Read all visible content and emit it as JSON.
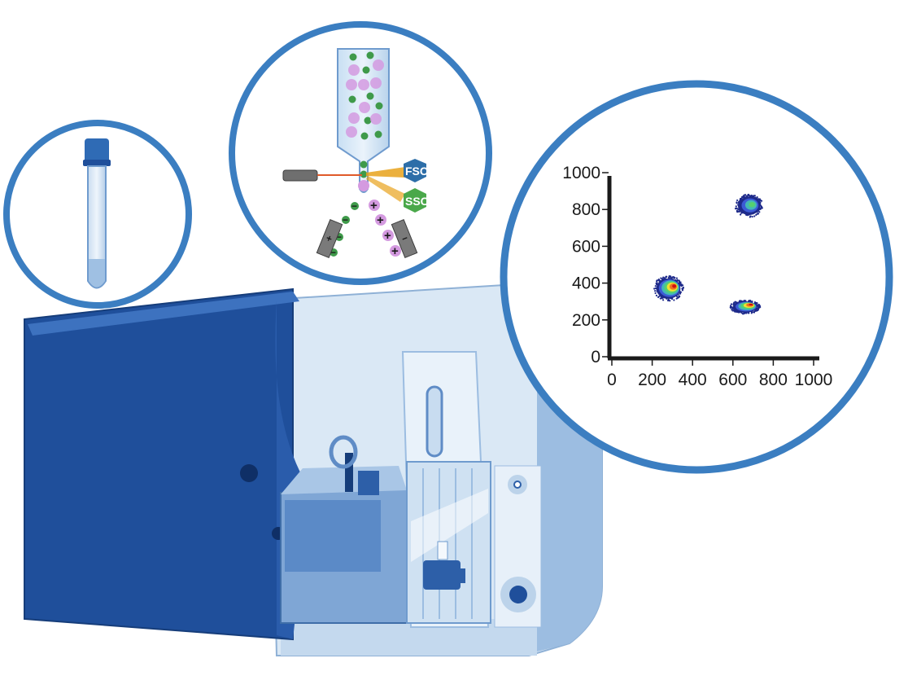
{
  "colors": {
    "ring": "#3b7ec1",
    "machine_dark": "#1f4f9b",
    "machine_light": "#d7e6f4",
    "machine_mid": "#7ea7d4",
    "cell_green": "#3f9a4a",
    "cell_pink": "#d49ae0",
    "laser": "#e8a21c"
  },
  "detectors": {
    "forward": "FSC",
    "side": "SSC"
  },
  "signs": {
    "positive": "+",
    "negative": "−"
  },
  "chart_data": {
    "type": "scatter",
    "title": "",
    "xlabel": "",
    "ylabel": "",
    "xlim": [
      0,
      1000
    ],
    "ylim": [
      0,
      1000
    ],
    "x_ticks": [
      "0",
      "200",
      "400",
      "600",
      "800",
      "1000"
    ],
    "y_ticks": [
      "0",
      "200",
      "400",
      "600",
      "800",
      "1000"
    ],
    "populations": [
      {
        "center_x": 280,
        "center_y": 370,
        "spread_x": 120,
        "spread_y": 110,
        "peak": "high"
      },
      {
        "center_x": 680,
        "center_y": 820,
        "spread_x": 110,
        "spread_y": 100,
        "peak": "medium"
      },
      {
        "center_x": 660,
        "center_y": 270,
        "spread_x": 120,
        "spread_y": 60,
        "peak": "high"
      }
    ],
    "color_scale": [
      "#1e2a8a",
      "#3c5bd6",
      "#44b7b7",
      "#55d070",
      "#f0e030",
      "#f07020",
      "#d01010"
    ]
  }
}
